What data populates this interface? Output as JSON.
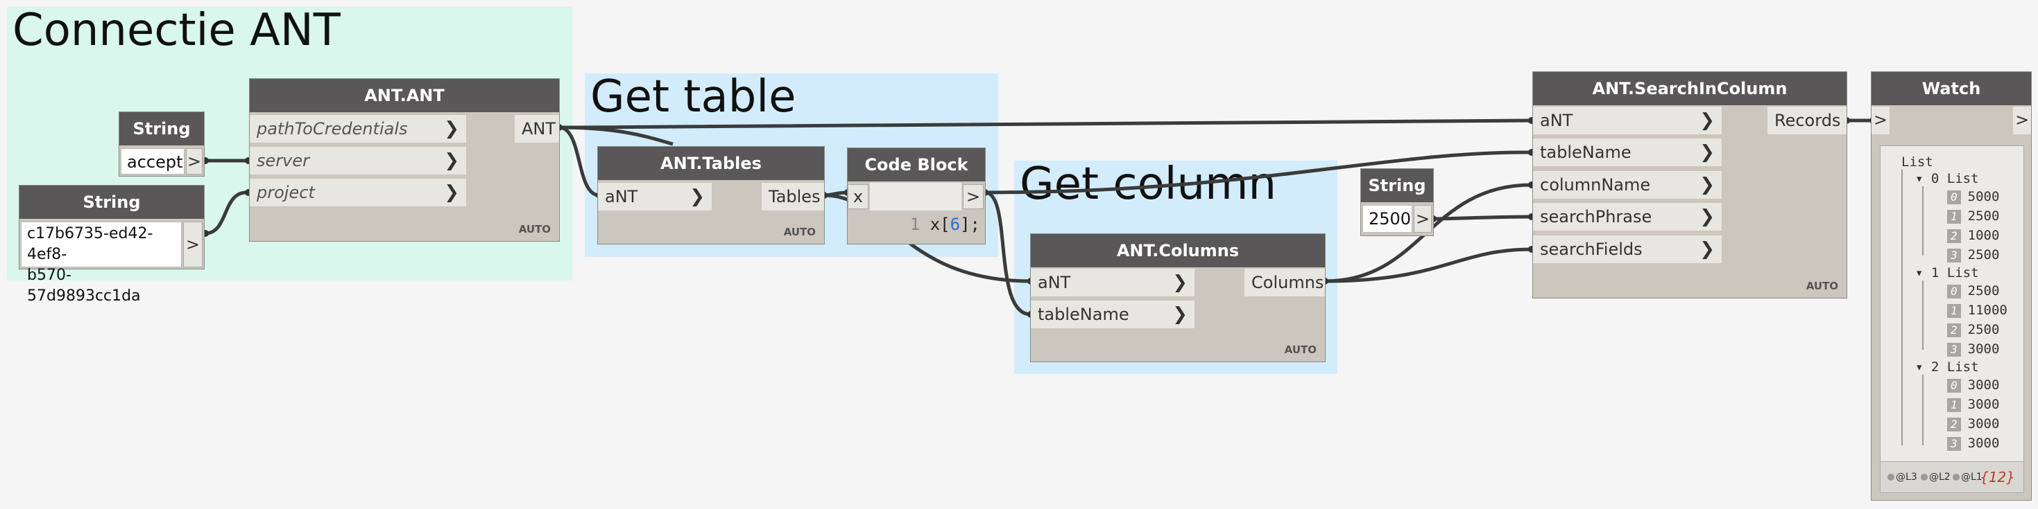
{
  "groups": {
    "connectie": {
      "title": "Connectie ANT",
      "color": "#d9f7ec"
    },
    "get_table": {
      "title": "Get table",
      "color": "#d2ecfb"
    },
    "get_column": {
      "title": "Get column",
      "color": "#d2ecfb"
    }
  },
  "auto_label": "AUTO",
  "nodes": {
    "string_accept": {
      "title": "String",
      "value": "accept",
      "out": ">"
    },
    "string_id": {
      "title": "String",
      "value_line1": "c17b6735-ed42-4ef8-",
      "value_line2": "b570-57d9893cc1da",
      "out": ">"
    },
    "ant": {
      "title": "ANT.ANT",
      "inputs": [
        "pathToCredentials",
        "server",
        "project"
      ],
      "output": "ANT"
    },
    "tables": {
      "title": "ANT.Tables",
      "inputs": [
        "aNT"
      ],
      "output": "Tables"
    },
    "code_block": {
      "title": "Code Block",
      "in": "x",
      "line_no": "1",
      "code_pre": "x[",
      "code_lit": "6",
      "code_post": "];",
      "out": ">"
    },
    "columns": {
      "title": "ANT.Columns",
      "inputs": [
        "aNT",
        "tableName"
      ],
      "output": "Columns"
    },
    "string_2500": {
      "title": "String",
      "value": "2500",
      "out": ">"
    },
    "search": {
      "title": "ANT.SearchInColumn",
      "inputs": [
        "aNT",
        "tableName",
        "columnName",
        "searchPhrase",
        "searchFields"
      ],
      "output": "Records"
    },
    "watch": {
      "title": "Watch",
      "in": ">",
      "out": ">",
      "root": "List",
      "lists": [
        {
          "index": "0",
          "label": "List",
          "items": [
            {
              "i": "0",
              "v": "5000"
            },
            {
              "i": "1",
              "v": "2500"
            },
            {
              "i": "2",
              "v": "1000"
            },
            {
              "i": "3",
              "v": "2500"
            }
          ]
        },
        {
          "index": "1",
          "label": "List",
          "items": [
            {
              "i": "0",
              "v": "2500"
            },
            {
              "i": "1",
              "v": "11000"
            },
            {
              "i": "2",
              "v": "2500"
            },
            {
              "i": "3",
              "v": "3000"
            }
          ]
        },
        {
          "index": "2",
          "label": "List",
          "items": [
            {
              "i": "0",
              "v": "3000"
            },
            {
              "i": "1",
              "v": "3000"
            },
            {
              "i": "2",
              "v": "3000"
            },
            {
              "i": "3",
              "v": "3000"
            }
          ]
        }
      ],
      "levels": [
        "@L3",
        "@L2",
        "@L1"
      ],
      "count": "{12}"
    }
  }
}
